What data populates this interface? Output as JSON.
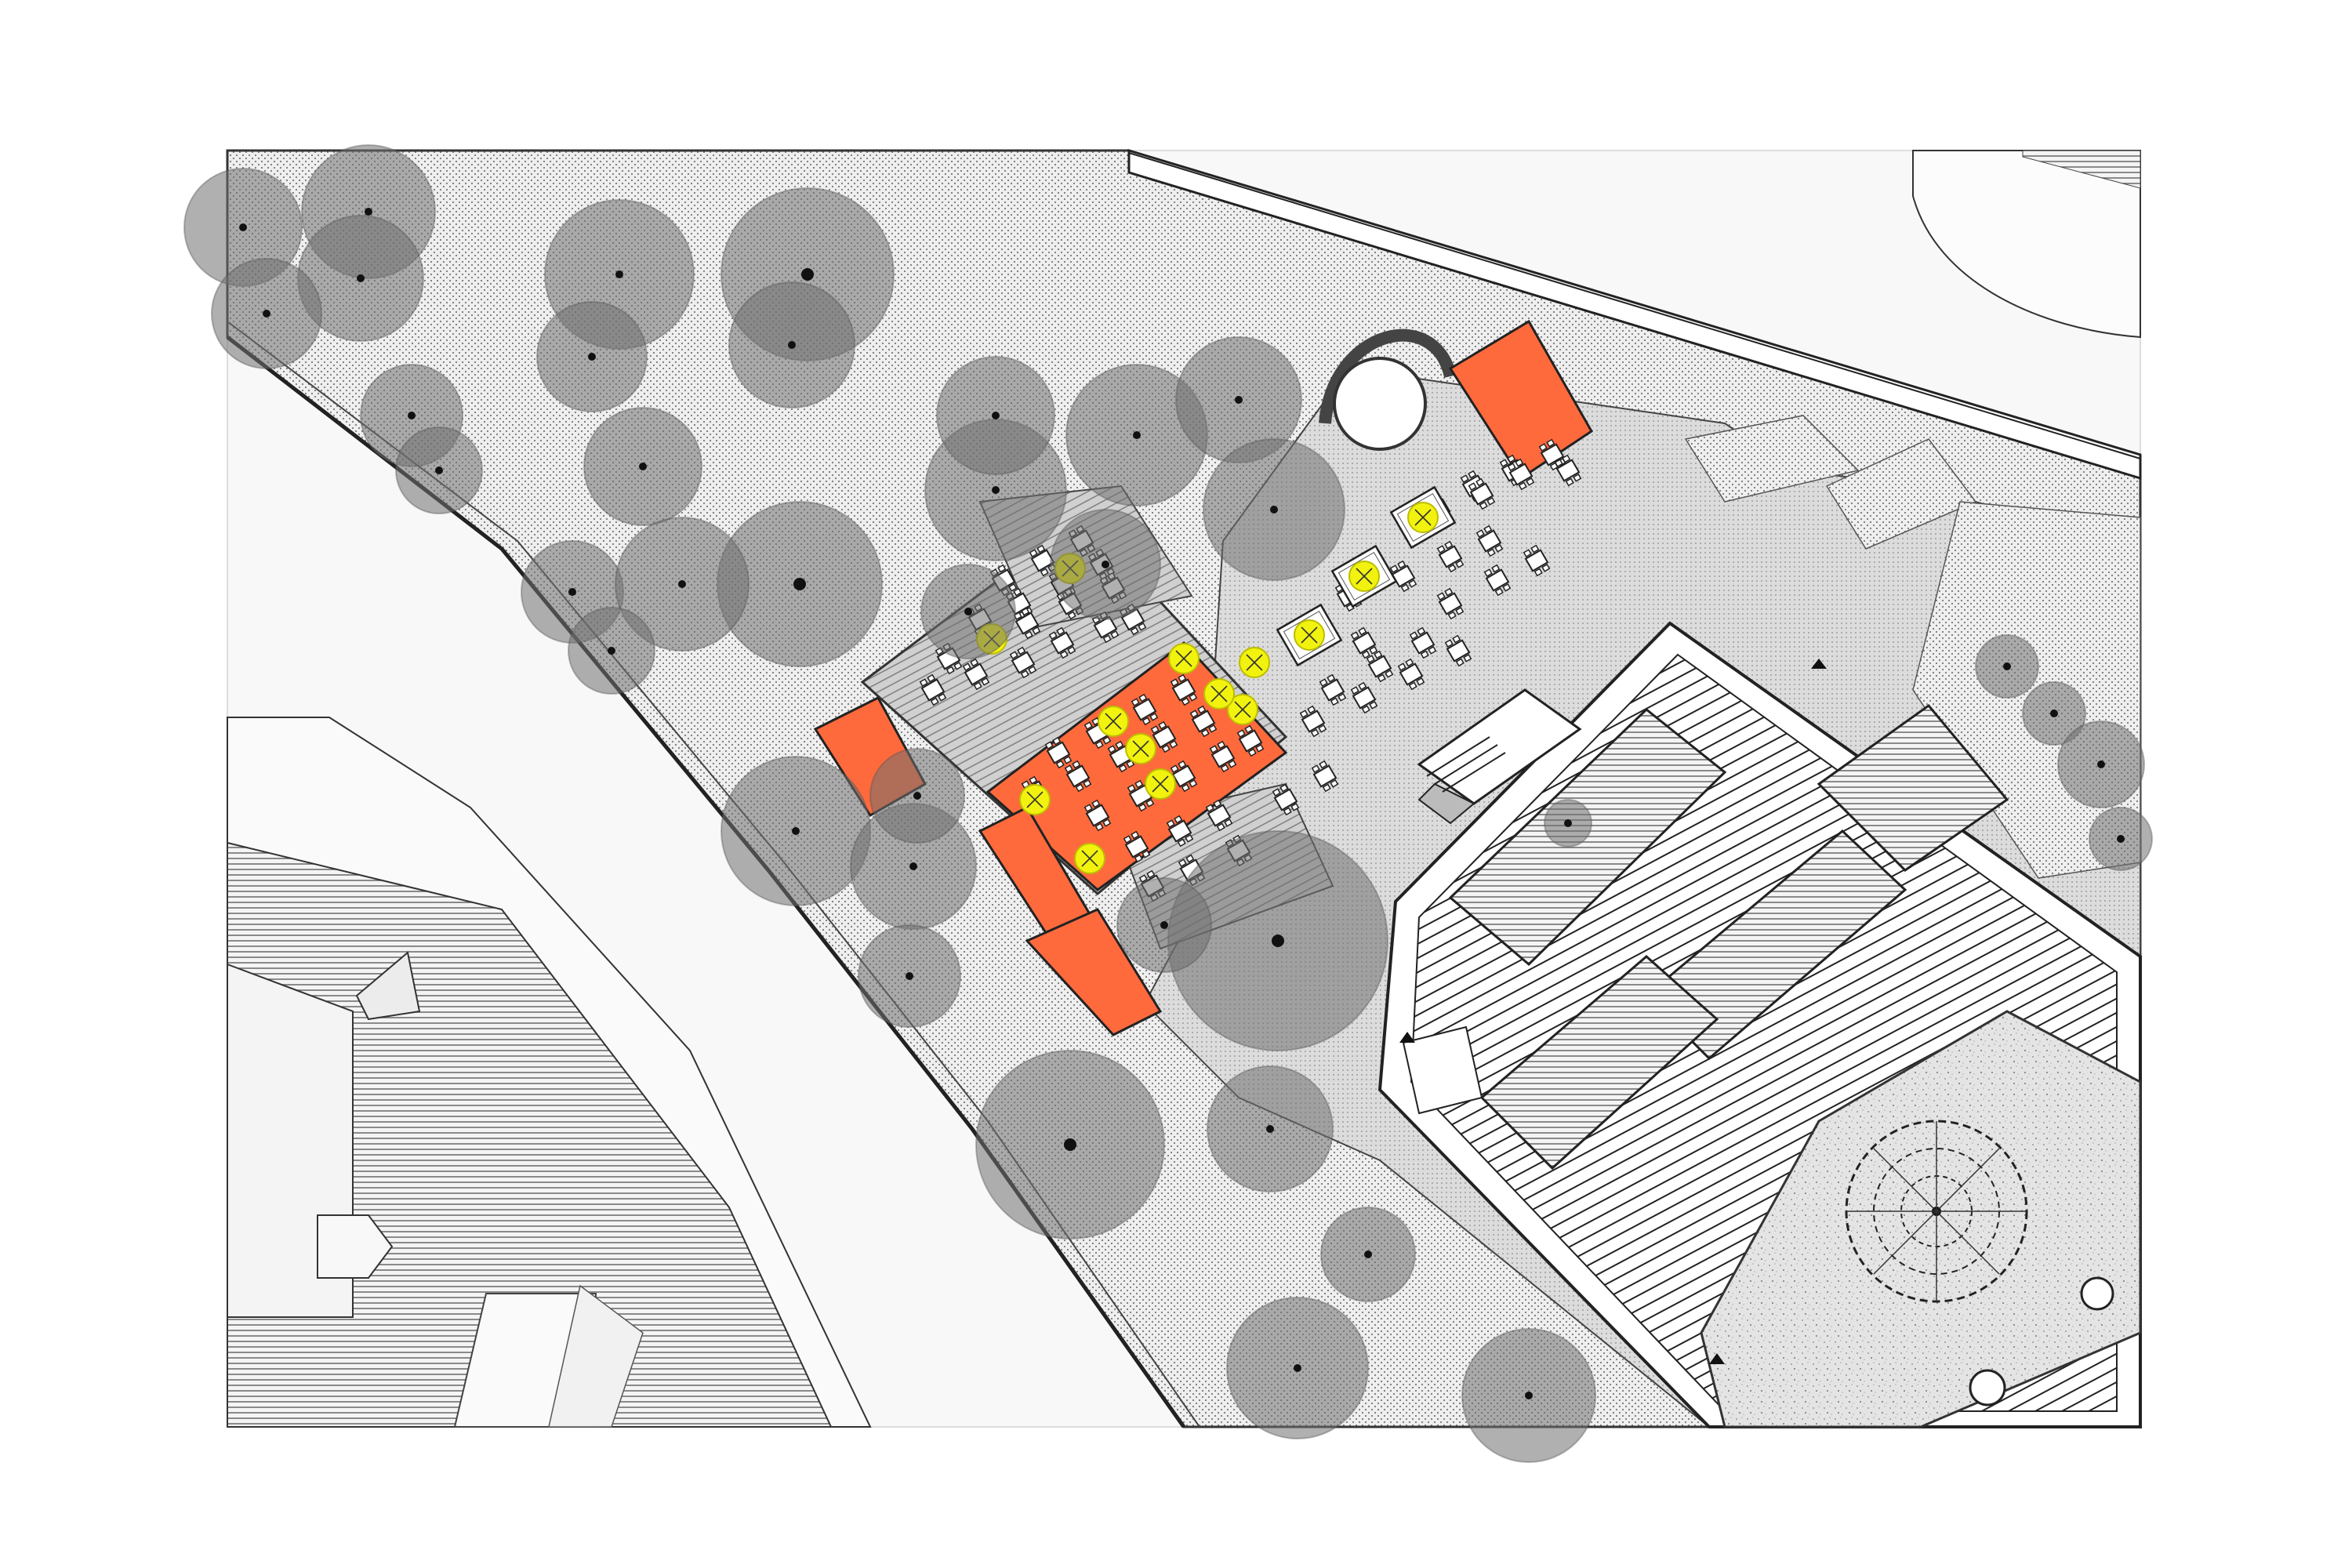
{
  "figure": {
    "kind": "architectural site plan",
    "printed_text": []
  },
  "colors": {
    "paper": "#ffffff",
    "ground_fill": "#ececec",
    "plaza_fill": "#d7d7d7",
    "tree_canopy": "#7a7a7a",
    "tree_trunk": "#111111",
    "pavilion_orange": "#ff6a3d",
    "umbrella_yellow": "#f2f20f",
    "outline": "#222222",
    "street_fill": "#f7f7f7"
  },
  "icons": [
    "tree-icon",
    "table-with-chairs-icon",
    "umbrella-icon",
    "stair-icon",
    "fountain-icon",
    "north-marker-icon"
  ],
  "elements": {
    "trees": 38,
    "orange_pavilions": 5,
    "yellow_umbrellas": 14,
    "outdoor_tables": 62
  }
}
